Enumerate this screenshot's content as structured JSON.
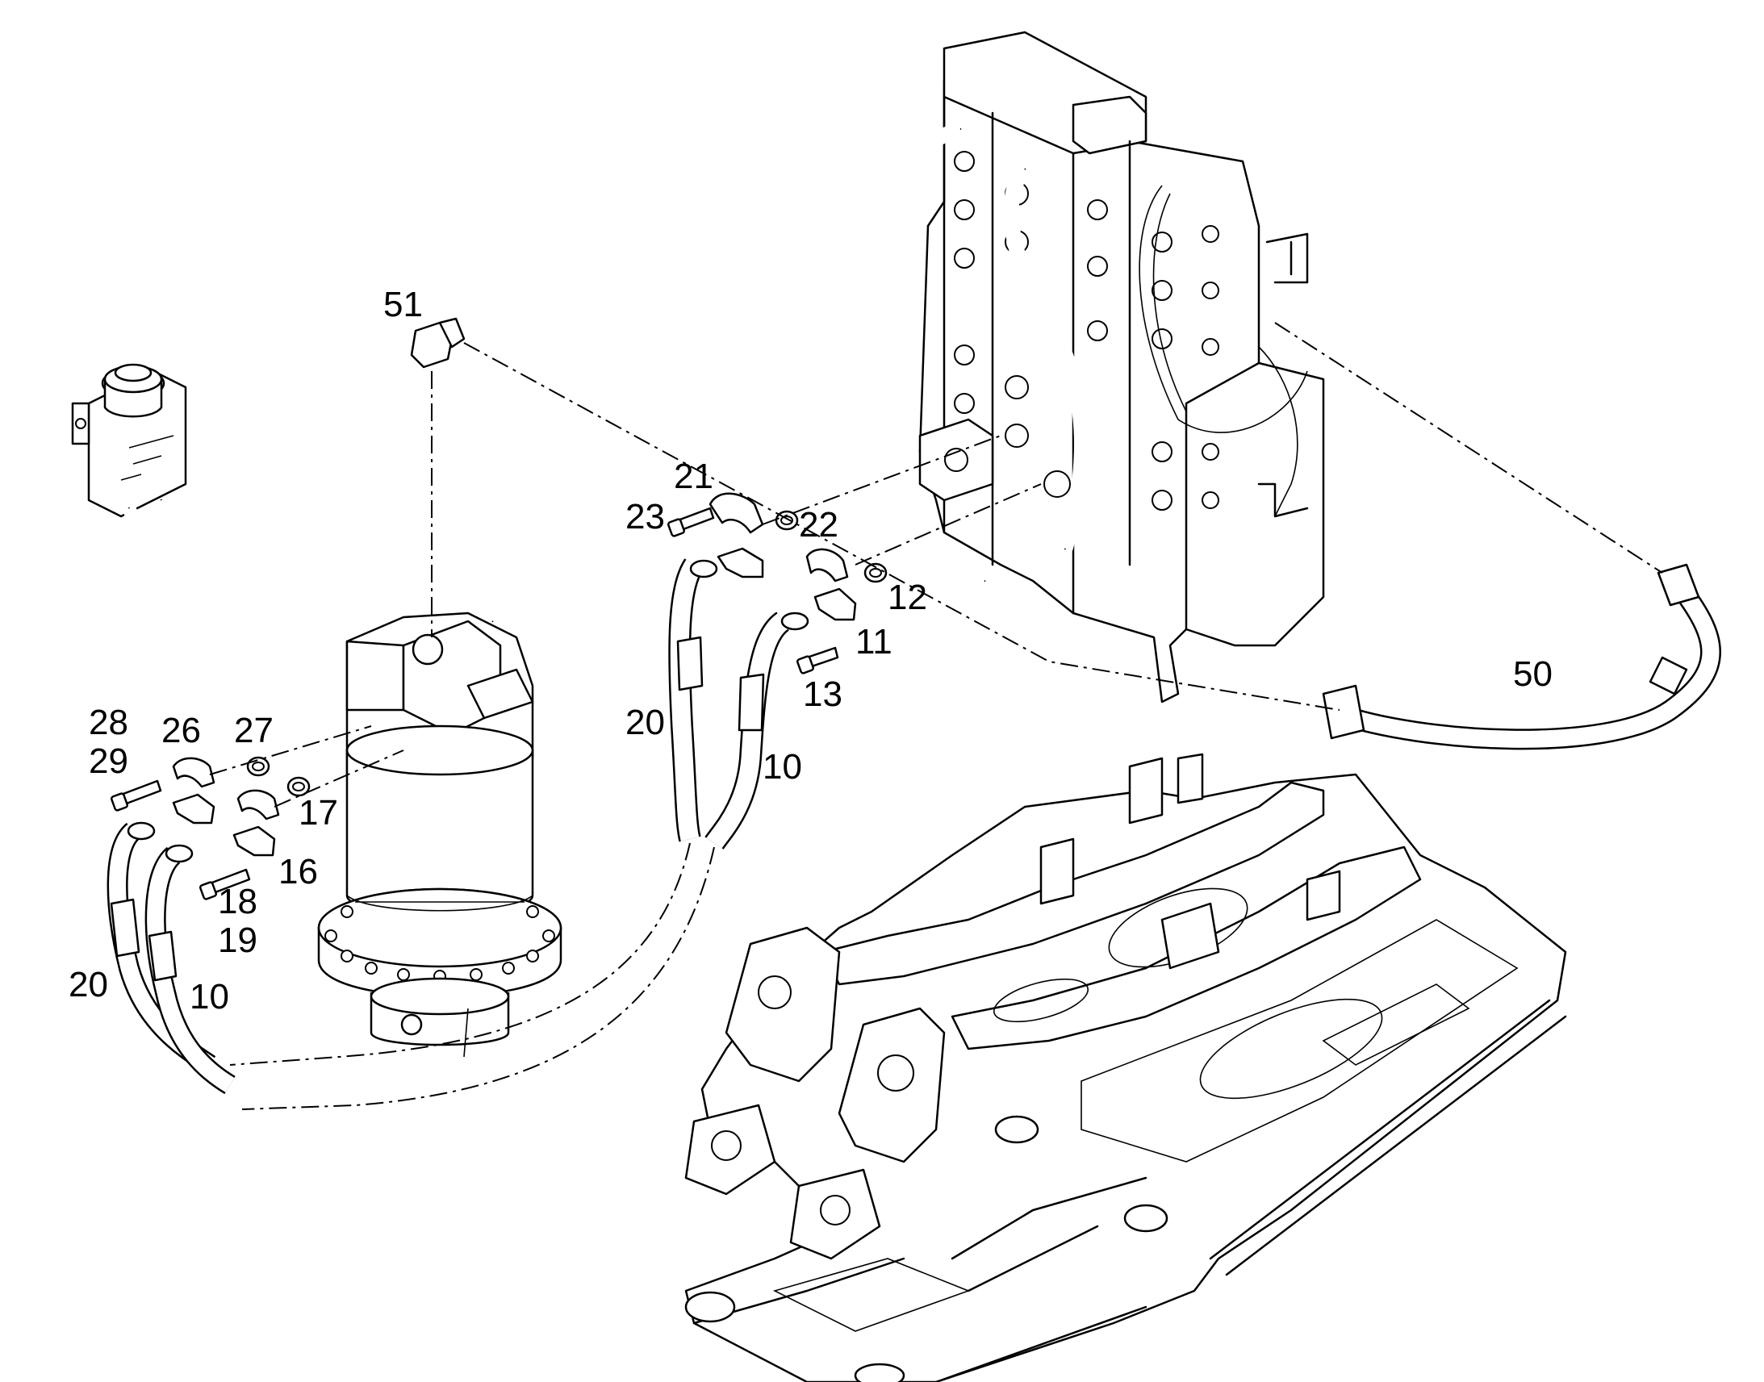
{
  "callouts": [
    "51",
    "21",
    "23",
    "22",
    "12",
    "11",
    "13",
    "50",
    "28",
    "29",
    "26",
    "27",
    "17",
    "16",
    "18",
    "19",
    "20",
    "10",
    "20",
    "10"
  ],
  "colors": {
    "line": "#000000",
    "background": "#ffffff"
  }
}
